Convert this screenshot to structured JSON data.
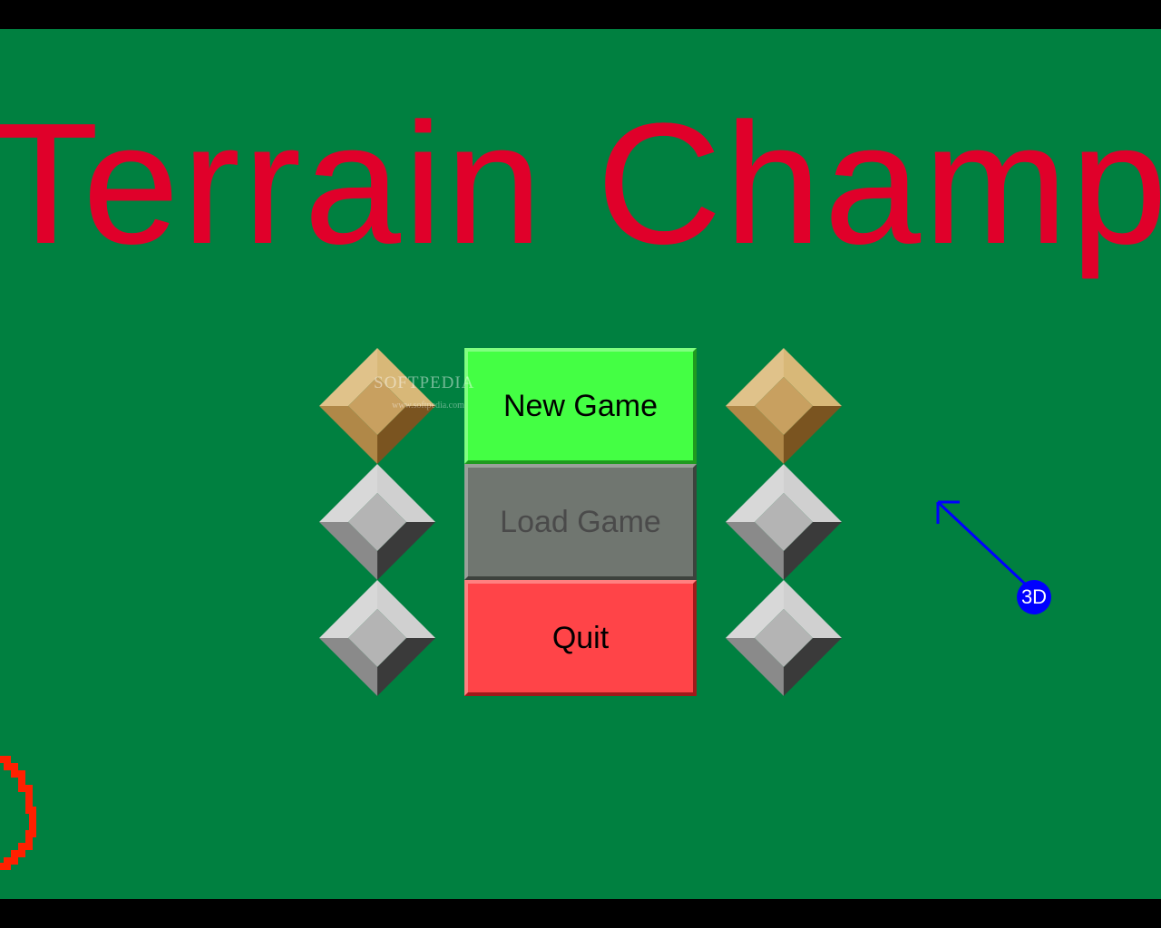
{
  "title": "Terrain Champ",
  "menu": {
    "new_game": "New Game",
    "load_game": "Load Game",
    "quit": "Quit"
  },
  "watermark": {
    "brand": "SOFTPEDIA",
    "url": "www.softpedia.com"
  },
  "cursor": {
    "badge": "3D"
  },
  "colors": {
    "background": "#008040",
    "title": "#e0002a",
    "new_game_button": "#44ff44",
    "load_game_button": "#707670",
    "quit_button": "#ff4448",
    "gem_gold": "#c8a060",
    "gem_silver": "#b4b4b4",
    "cursor": "#0000ff",
    "spinner": "#ff2000"
  },
  "icons": [
    "gold-gem-icon",
    "silver-gem-icon",
    "3d-cursor-icon",
    "loading-spinner-icon"
  ]
}
